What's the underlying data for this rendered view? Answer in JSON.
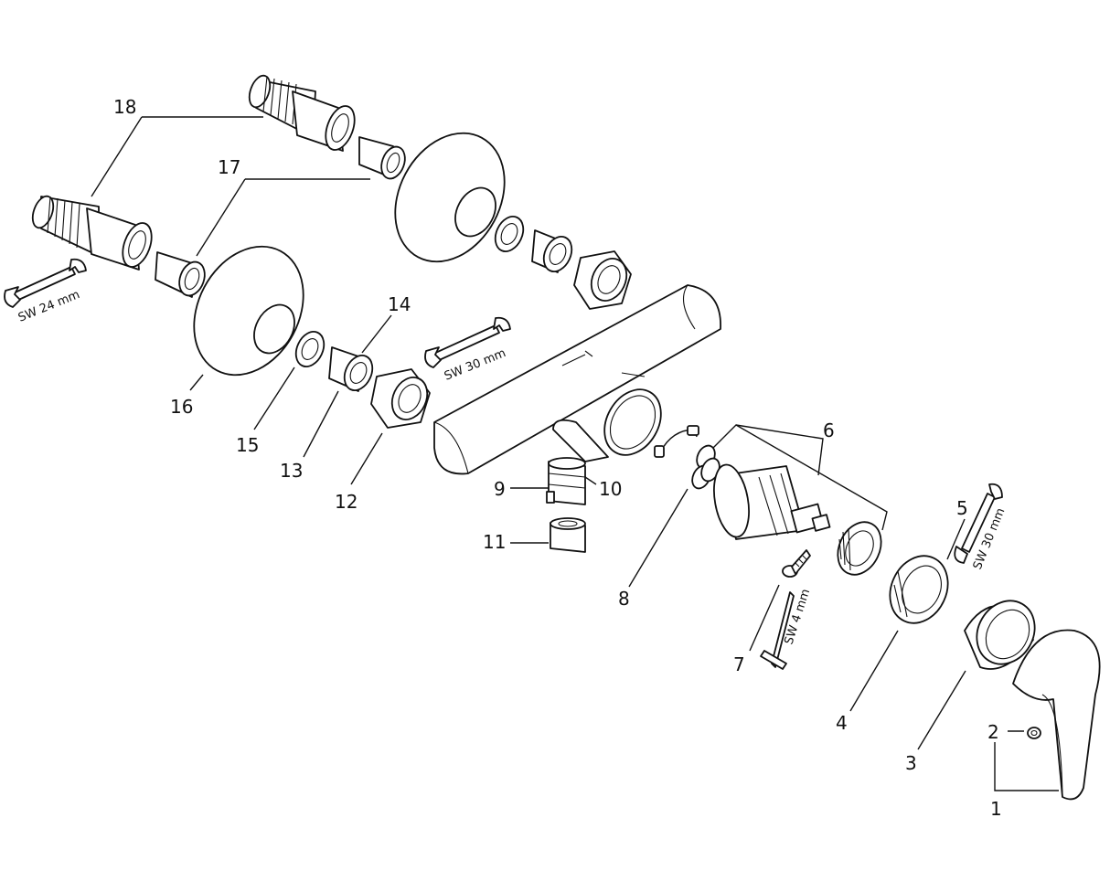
{
  "colors": {
    "stroke": "#111111",
    "background": "#ffffff"
  },
  "callouts": {
    "c1": "1",
    "c2": "2",
    "c3": "3",
    "c4": "4",
    "c5": "5",
    "c6": "6",
    "c7": "7",
    "c8": "8",
    "c9": "9",
    "c10": "10",
    "c11": "11",
    "c12": "12",
    "c13": "13",
    "c14": "14",
    "c15": "15",
    "c16": "16",
    "c17": "17",
    "c18": "18"
  },
  "tools": {
    "wrench_24": "SW 24 mm",
    "wrench_30_mid": "SW 30 mm",
    "wrench_30_right": "SW 30 mm",
    "hex_key_4": "SW 4 mm"
  }
}
